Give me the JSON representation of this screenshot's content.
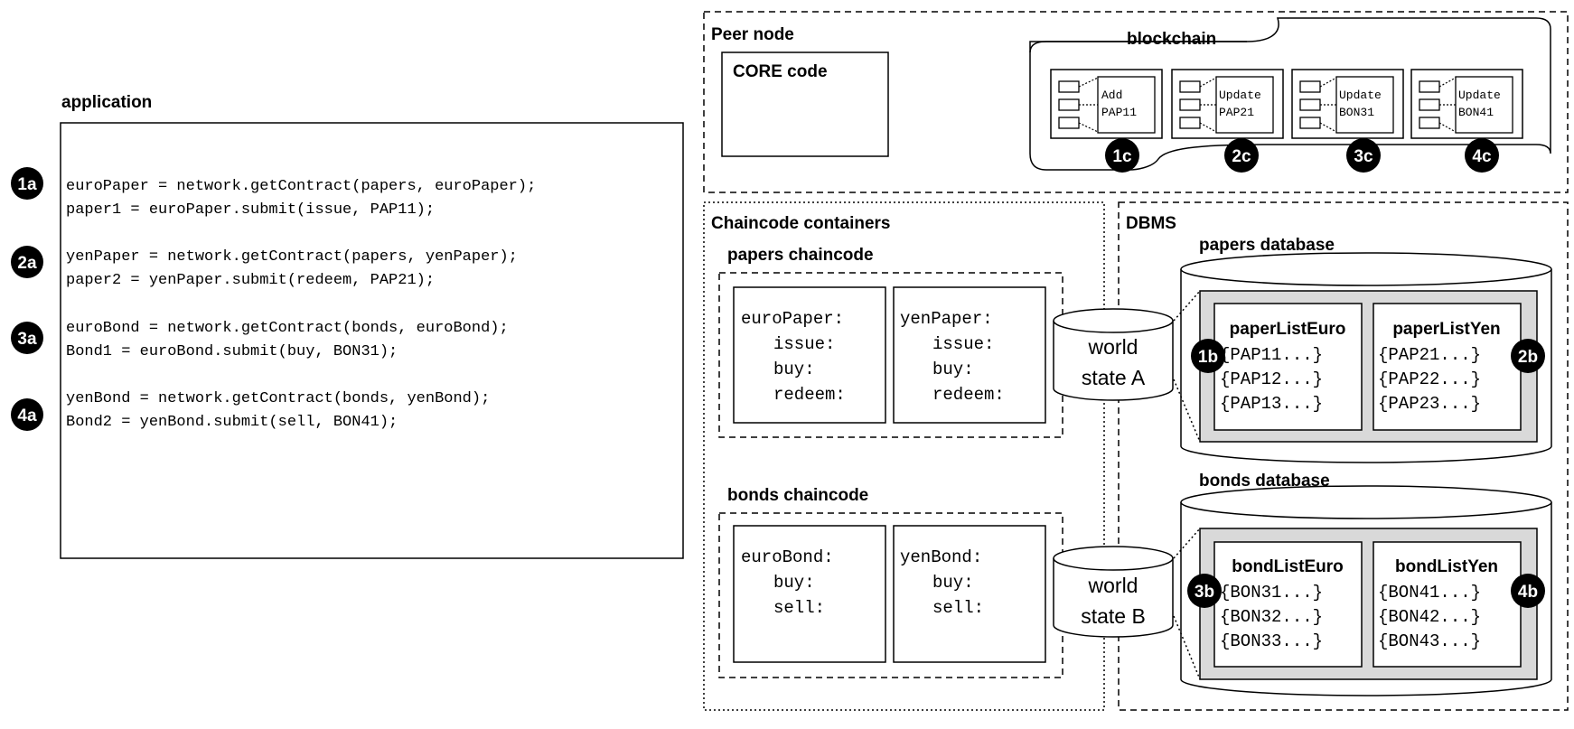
{
  "application": {
    "title": "application",
    "code_groups": [
      {
        "marker": "1a",
        "lines": [
          "euroPaper = network.getContract(papers, euroPaper);",
          "paper1 = euroPaper.submit(issue, PAP11);"
        ]
      },
      {
        "marker": "2a",
        "lines": [
          "yenPaper = network.getContract(papers, yenPaper);",
          "paper2 = yenPaper.submit(redeem, PAP21);"
        ]
      },
      {
        "marker": "3a",
        "lines": [
          "euroBond = network.getContract(bonds, euroBond);",
          "Bond1 = euroBond.submit(buy, BON31);"
        ]
      },
      {
        "marker": "4a",
        "lines": [
          "yenBond = network.getContract(bonds, yenBond);",
          "Bond2 = yenBond.submit(sell, BON41);"
        ]
      }
    ]
  },
  "peer_node": {
    "title": "Peer node",
    "core_code": "CORE code",
    "blockchain": {
      "title": "blockchain",
      "blocks": [
        {
          "line1": "Add",
          "line2": "PAP11",
          "marker": "1c"
        },
        {
          "line1": "Update",
          "line2": "PAP21",
          "marker": "2c"
        },
        {
          "line1": "Update",
          "line2": "BON31",
          "marker": "3c"
        },
        {
          "line1": "Update",
          "line2": "BON41",
          "marker": "4c"
        }
      ]
    }
  },
  "chaincode_containers": {
    "title": "Chaincode containers",
    "papers": {
      "title": "papers chaincode",
      "contracts": [
        {
          "name": "euroPaper:",
          "functions": [
            "issue:",
            "buy:",
            "redeem:"
          ]
        },
        {
          "name": "yenPaper:",
          "functions": [
            "issue:",
            "buy:",
            "redeem:"
          ]
        }
      ]
    },
    "bonds": {
      "title": "bonds chaincode",
      "contracts": [
        {
          "name": "euroBond:",
          "functions": [
            "buy:",
            "sell:"
          ]
        },
        {
          "name": "yenBond:",
          "functions": [
            "buy:",
            "sell:"
          ]
        }
      ]
    }
  },
  "world_states": {
    "a": [
      "world",
      "state A"
    ],
    "b": [
      "world",
      "state B"
    ]
  },
  "dbms": {
    "title": "DBMS",
    "papers_db": {
      "title": "papers database",
      "lists": [
        {
          "name": "paperListEuro",
          "marker": "1b",
          "items": [
            "{PAP11...}",
            "{PAP12...}",
            "{PAP13...}"
          ]
        },
        {
          "name": "paperListYen",
          "marker": "2b",
          "items": [
            "{PAP21...}",
            "{PAP22...}",
            "{PAP23...}"
          ]
        }
      ]
    },
    "bonds_db": {
      "title": "bonds database",
      "lists": [
        {
          "name": "bondListEuro",
          "marker": "3b",
          "items": [
            "{BON31...}",
            "{BON32...}",
            "{BON33...}"
          ]
        },
        {
          "name": "bondListYen",
          "marker": "4b",
          "items": [
            "{BON41...}",
            "{BON42...}",
            "{BON43...}"
          ]
        }
      ]
    }
  }
}
